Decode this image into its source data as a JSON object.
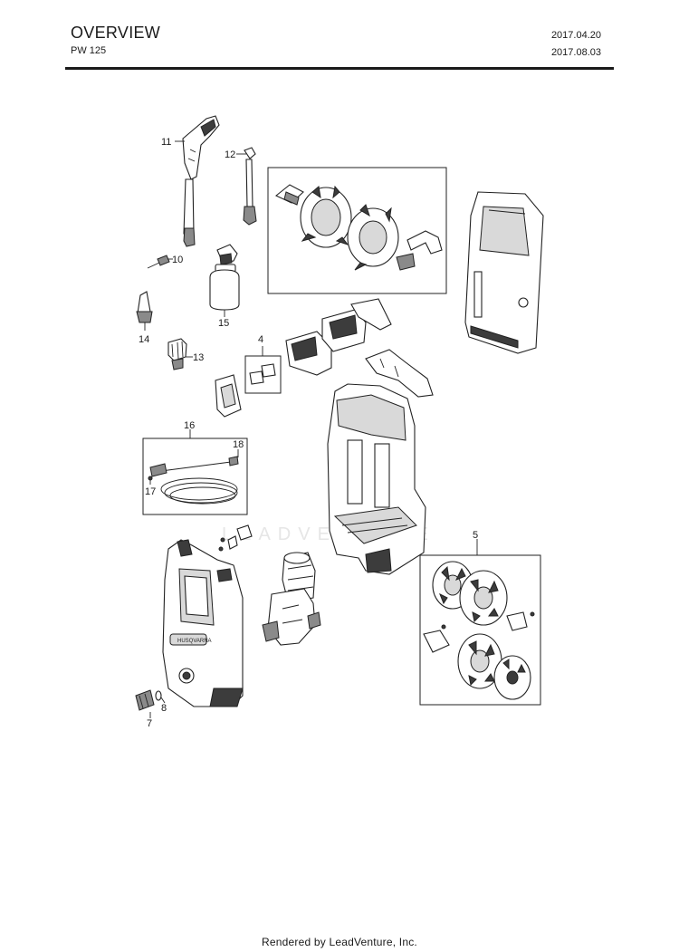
{
  "header": {
    "title": "OVERVIEW",
    "model": "PW 125",
    "date_created": "2017.04.20",
    "date_revised": "2017.08.03"
  },
  "diagram": {
    "callouts": [
      "11",
      "12",
      "10",
      "15",
      "14",
      "4",
      "13",
      "16",
      "18",
      "17",
      "5",
      "8",
      "7"
    ],
    "watermark": "LEADVENTURE"
  },
  "footer": {
    "text": "Rendered by LeadVenture, Inc."
  }
}
